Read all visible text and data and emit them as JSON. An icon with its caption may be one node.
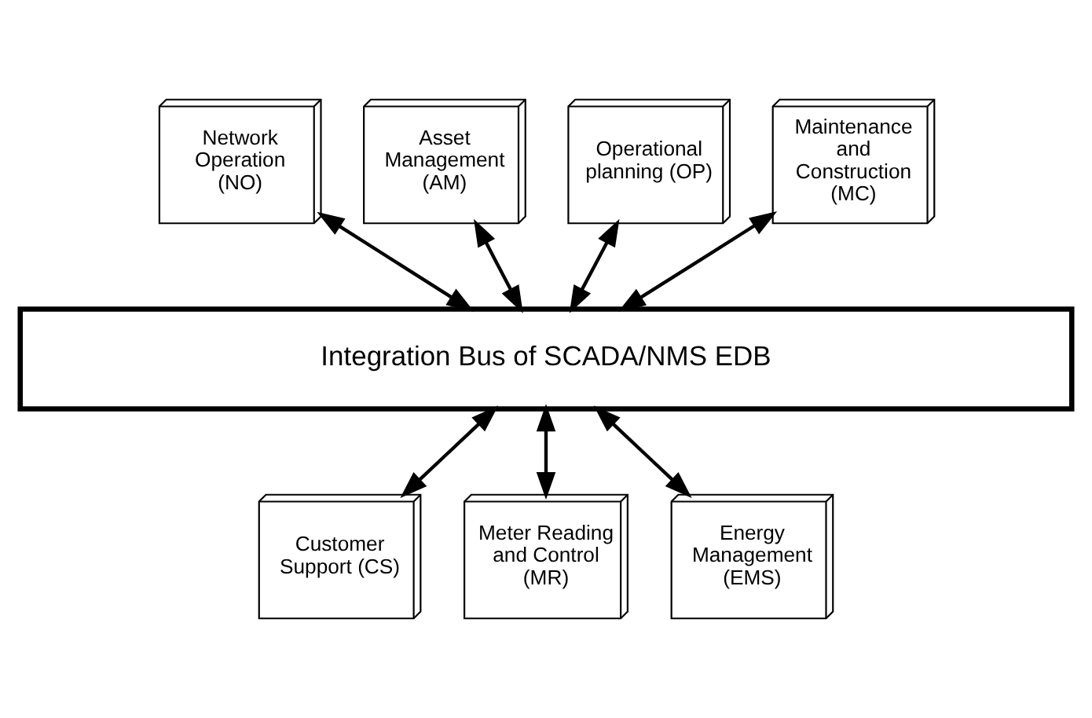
{
  "diagram": {
    "nodes": [
      {
        "text": [
          "Network Operation (NO)"
        ]
      },
      {
        "text": [
          "Asset Management (AM)"
        ]
      },
      {
        "text": [
          "Operational planning (OP)"
        ]
      },
      {
        "text": [
          "Maintenance and Construction (MC)"
        ]
      },
      {
        "text": [
          "Integration Bus of SCADA/NMS EDB"
        ]
      },
      {
        "text": [
          "Customer Support (CS)"
        ]
      },
      {
        "text": [
          "Meter Reading and Control (MR)"
        ]
      },
      {
        "text": [
          "Energy Management (EMS)"
        ]
      }
    ],
    "edges": [
      {
        "from": 0,
        "to": 4,
        "arrow": "both"
      },
      {
        "from": 1,
        "to": 4,
        "arrow": "both"
      },
      {
        "from": 2,
        "to": 4,
        "arrow": "both"
      },
      {
        "from": 3,
        "to": 4,
        "arrow": "both"
      },
      {
        "from": 4,
        "to": 5,
        "arrow": "both"
      },
      {
        "from": 4,
        "to": 6,
        "arrow": "both"
      },
      {
        "from": 4,
        "to": 7,
        "arrow": "both"
      }
    ]
  }
}
